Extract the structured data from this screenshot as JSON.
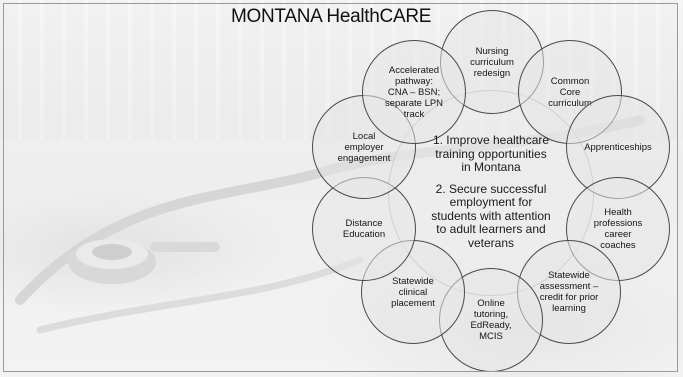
{
  "title": "MONTANA HealthCARE",
  "center": {
    "goals": [
      "1. Improve healthcare\ntraining opportunities\nin Montana",
      "2. Secure successful\nemployment for\nstudents with attention\nto adult learners and\nveterans"
    ]
  },
  "nodes": [
    {
      "label": "Nursing\ncurriculum\nredesign"
    },
    {
      "label": "Common\nCore\ncurriculum"
    },
    {
      "label": "Apprenticeships"
    },
    {
      "label": "Health\nprofessions\ncareer\ncoaches"
    },
    {
      "label": "Statewide\nassessment –\ncredit for prior\nlearning"
    },
    {
      "label": "Online\ntutoring,\nEdReady,\nMCIS"
    },
    {
      "label": "Statewide\nclinical\nplacement"
    },
    {
      "label": "Distance\nEducation"
    },
    {
      "label": "Local\nemployer\nengagement"
    },
    {
      "label": "Accelerated\npathway:\nCNA – BSN;\nseparate LPN\ntrack"
    }
  ]
}
